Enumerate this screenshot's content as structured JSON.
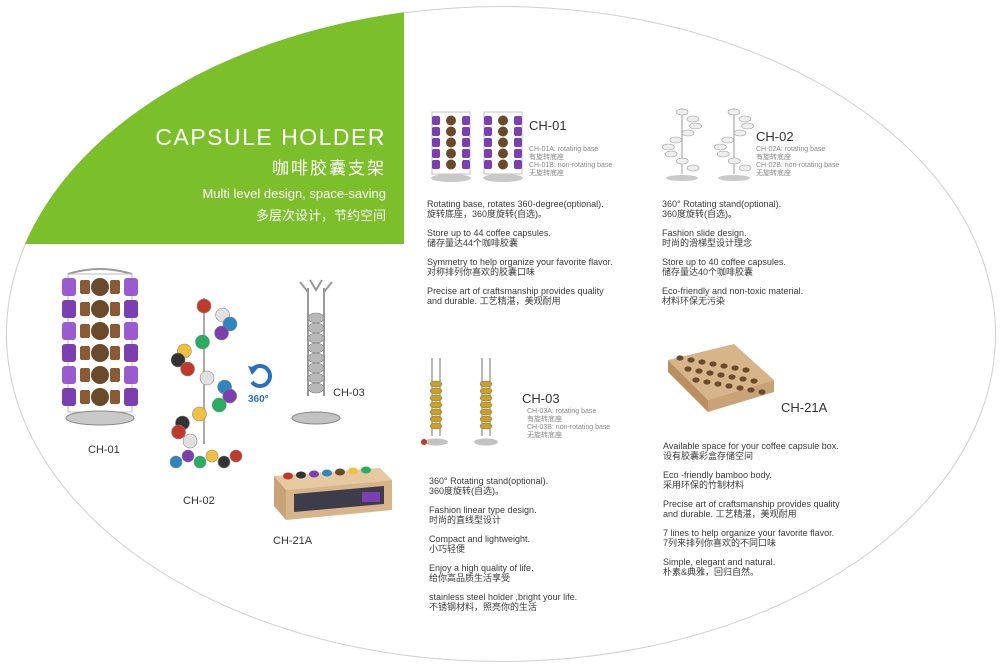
{
  "header": {
    "title": "CAPSULE HOLDER",
    "title_cn": "咖啡胶囊支架",
    "subtitle": "Multi level design, space-saving",
    "subtitle_cn": "多层次设计，节约空间"
  },
  "left_labels": {
    "ch01": "CH-01",
    "ch02": "CH-02",
    "ch03": "CH-03",
    "ch21a": "CH-21A",
    "rotate": "360°"
  },
  "products": {
    "ch01": {
      "model": "CH-01",
      "variants": [
        {
          "en": "CH-01A: rotating base",
          "cn": "有旋转底座"
        },
        {
          "en": "CH-01B: non-rotating base",
          "cn": "无旋转底座"
        }
      ],
      "features": [
        {
          "en": "Rotating base, rotates 360-degree(optional).",
          "cn": "旋转底座，360度旋转(自选)。"
        },
        {
          "en": "Store up to 44 coffee capsules.",
          "cn": "储存量达44个咖啡胶囊"
        },
        {
          "en": "Symmetry to help organize your favorite flavor.",
          "cn": "对称排列你喜欢的胶囊口味"
        },
        {
          "en": "Precise art of craftsmanship provides quality",
          "en2": "and durable.",
          "cn": "工艺精湛，美观耐用"
        }
      ]
    },
    "ch02": {
      "model": "CH-02",
      "variants": [
        {
          "en": "CH-02A: rotating base",
          "cn": "有旋转底座"
        },
        {
          "en": "CH-02B: non-rotating base",
          "cn": "无旋转底座"
        }
      ],
      "features": [
        {
          "en": "360° Rotating stand(optional).",
          "cn": "360度旋转(自选)。"
        },
        {
          "en": "Fashion slide design.",
          "cn": "时尚的滑梯型设计理念"
        },
        {
          "en": "Store up to 40 coffee capsules.",
          "cn": "储存量达40个咖啡胶囊"
        },
        {
          "en": "Eco-friendly and non-toxic material.",
          "cn": "材料环保无污染"
        }
      ]
    },
    "ch03": {
      "model": "CH-03",
      "variants": [
        {
          "en": "CH-03A: rotating base",
          "cn": "有旋转底座"
        },
        {
          "en": "CH-03B: non-rotating base",
          "cn": "无旋转底座"
        }
      ],
      "features": [
        {
          "en": "360° Rotating stand(optional).",
          "cn": "360度旋转(自选)。"
        },
        {
          "en": "Fashion linear type design.",
          "cn": "时尚的直线型设计"
        },
        {
          "en": "Compact and lightweight.",
          "cn": "小巧轻便"
        },
        {
          "en": "Enjoy a high quality of life.",
          "cn": "给你高品质生活享受"
        },
        {
          "en": "stainless steel holder ,bright your life.",
          "cn": "不锈钢材料，照亮你的生活"
        }
      ]
    },
    "ch21a": {
      "model": "CH-21A",
      "features": [
        {
          "en": "Available space for your coffee capsule box.",
          "cn": "设有胶囊彩盒存储空间"
        },
        {
          "en": "Eco -friendly bamboo body.",
          "cn": "采用环保的竹制材料"
        },
        {
          "en": "Precise art of craftsmanship provides quality",
          "en2": "and durable.",
          "cn": "工艺精湛，美观耐用"
        },
        {
          "en": "7 lines to help organize your favorite flavor.",
          "cn": "7列来排列你喜欢的不同口味"
        },
        {
          "en": "Simple, elegant and natural.",
          "cn": "朴素&典雅，回归自然。"
        }
      ]
    }
  },
  "colors": {
    "green": "#7bbf2b",
    "capsule_purple": "#7b3fb0",
    "capsule_brown": "#6b4a2b",
    "bamboo": "#d8b48a",
    "steel": "#a8a8a8",
    "arrow_blue": "#2a6fc4"
  }
}
